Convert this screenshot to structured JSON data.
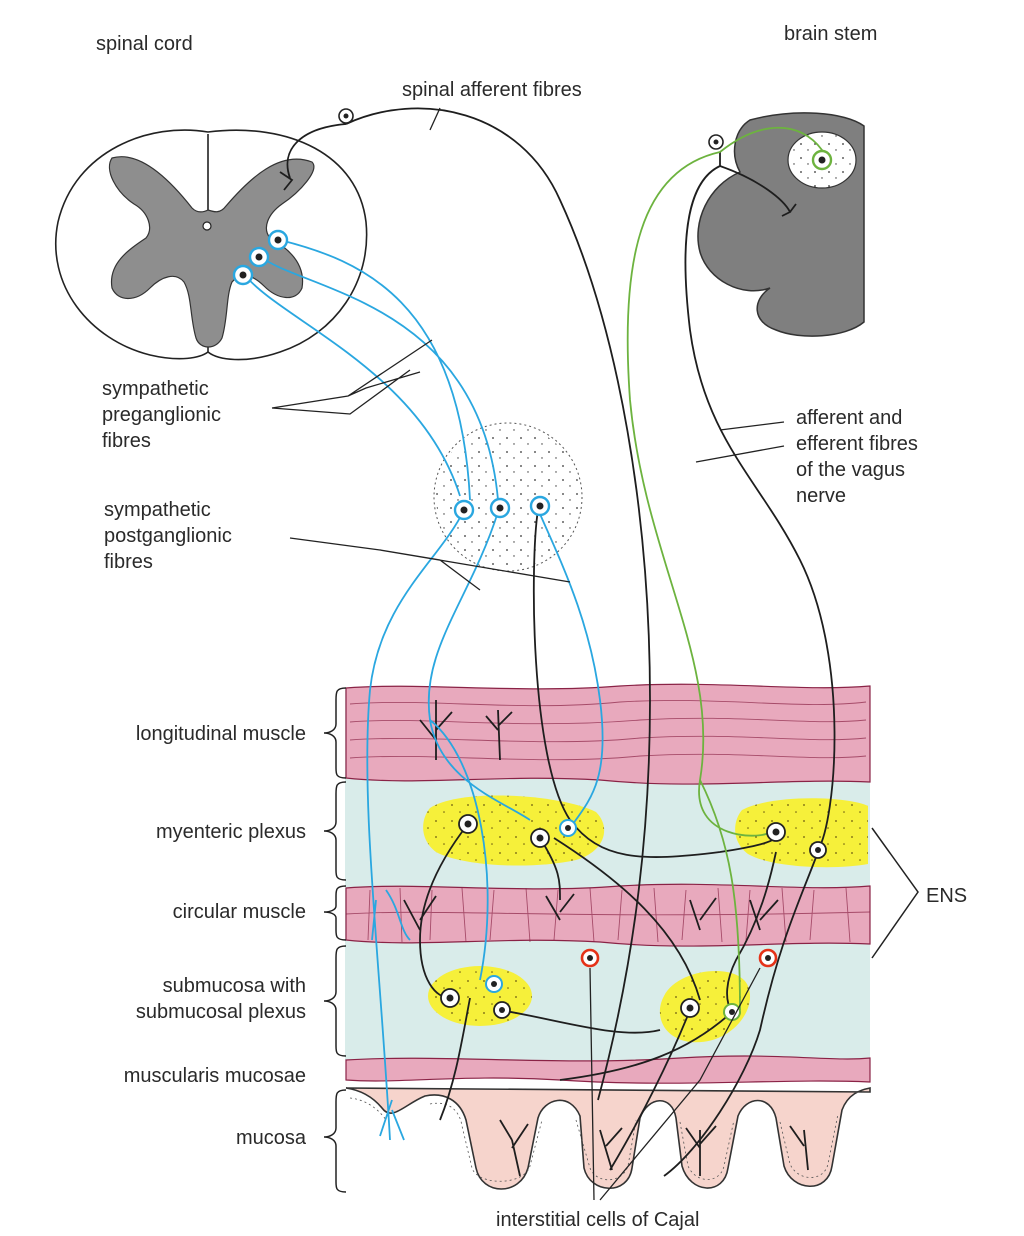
{
  "labels": {
    "spinal_cord": "spinal cord",
    "brain_stem": "brain stem",
    "spinal_afferent": "spinal afferent fibres",
    "symp_pre": [
      "sympathetic",
      "preganglionic",
      "fibres"
    ],
    "symp_post": [
      "sympathetic",
      "postganglionic",
      "fibres"
    ],
    "vagus": [
      "afferent and",
      "efferent fibres",
      "of the vagus",
      "nerve"
    ],
    "longitudinal_muscle": "longitudinal muscle",
    "myenteric_plexus": "myenteric plexus",
    "circular_muscle": "circular muscle",
    "submucosa": [
      "submucosa with",
      "submucosal plexus"
    ],
    "muscularis_mucosae": "muscularis mucosae",
    "mucosa": "mucosa",
    "ens": "ENS",
    "icc": "interstitial cells of Cajal"
  },
  "colors": {
    "sympathetic": "#2aa7e0",
    "vagal": "#6db33f",
    "muscle": "#e8a9bd",
    "muscle_line": "#8a2346",
    "plexus_layer": "#d9ecea",
    "ganglion": "#f6f03a",
    "mucosa": "#f6d4cc",
    "grey_matter": "#8e8e8e",
    "icc": "#e53218"
  },
  "icons": [
    "neuron-cell-body-icon",
    "brace-icon"
  ]
}
